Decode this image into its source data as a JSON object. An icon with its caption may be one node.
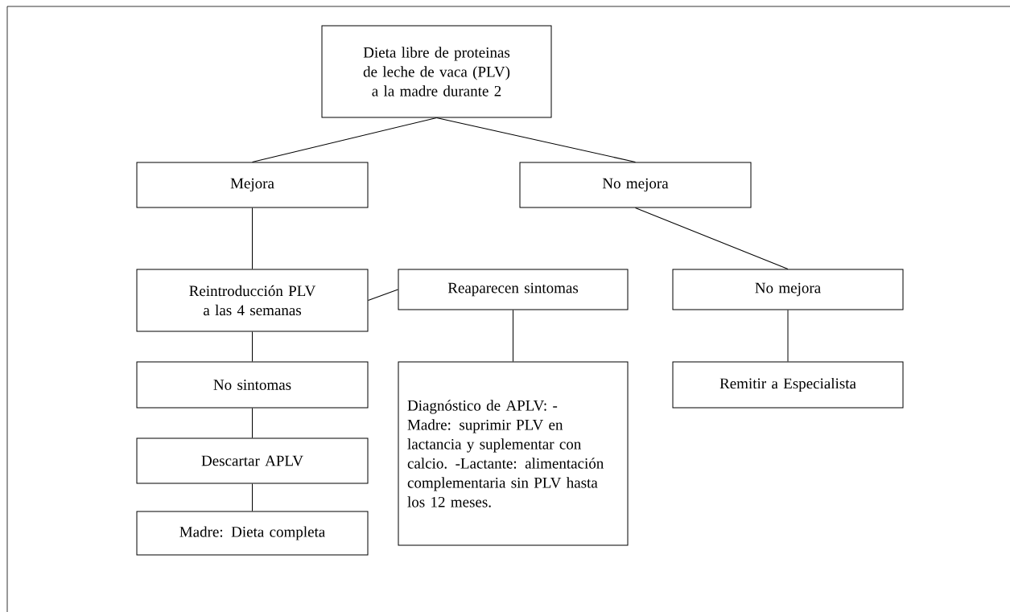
{
  "diagram": {
    "nodes": [
      {
        "text": [
          "Dieta libre de proteinas de leche de vaca (PLV) a la madre durante 2"
        ]
      },
      {
        "text": [
          "Mejora"
        ]
      },
      {
        "text": [
          "No mejora"
        ]
      },
      {
        "text": [
          "Reintroducción PLV a las 4 semanas"
        ]
      },
      {
        "text": [
          "Reaparecen sintomas"
        ]
      },
      {
        "text": [
          "No mejora"
        ]
      },
      {
        "text": [
          "No sintomas"
        ]
      },
      {
        "text": [
          "Diagnóstico de APLV: -Madre: suprimir PLV en lactancia y suplementar con calcio. -Lactante: alimentación complementaria sin PLV hasta los 12 meses."
        ]
      },
      {
        "text": [
          "Remitir a Especialista"
        ]
      },
      {
        "text": [
          "Descartar APLV"
        ]
      },
      {
        "text": [
          "Madre: Dieta completa"
        ]
      }
    ],
    "edges": [
      {
        "from": 0,
        "to": 1,
        "arrow": "none"
      },
      {
        "from": 0,
        "to": 2,
        "arrow": "none"
      },
      {
        "from": 1,
        "to": 3,
        "arrow": "none"
      },
      {
        "from": 3,
        "to": 4,
        "arrow": "none"
      },
      {
        "from": 2,
        "to": 5,
        "arrow": "none"
      },
      {
        "from": 4,
        "to": 7,
        "arrow": "none"
      },
      {
        "from": 5,
        "to": 8,
        "arrow": "none"
      },
      {
        "from": 3,
        "to": 6,
        "arrow": "none"
      },
      {
        "from": 6,
        "to": 9,
        "arrow": "none"
      },
      {
        "from": 9,
        "to": 10,
        "arrow": "none"
      }
    ]
  }
}
